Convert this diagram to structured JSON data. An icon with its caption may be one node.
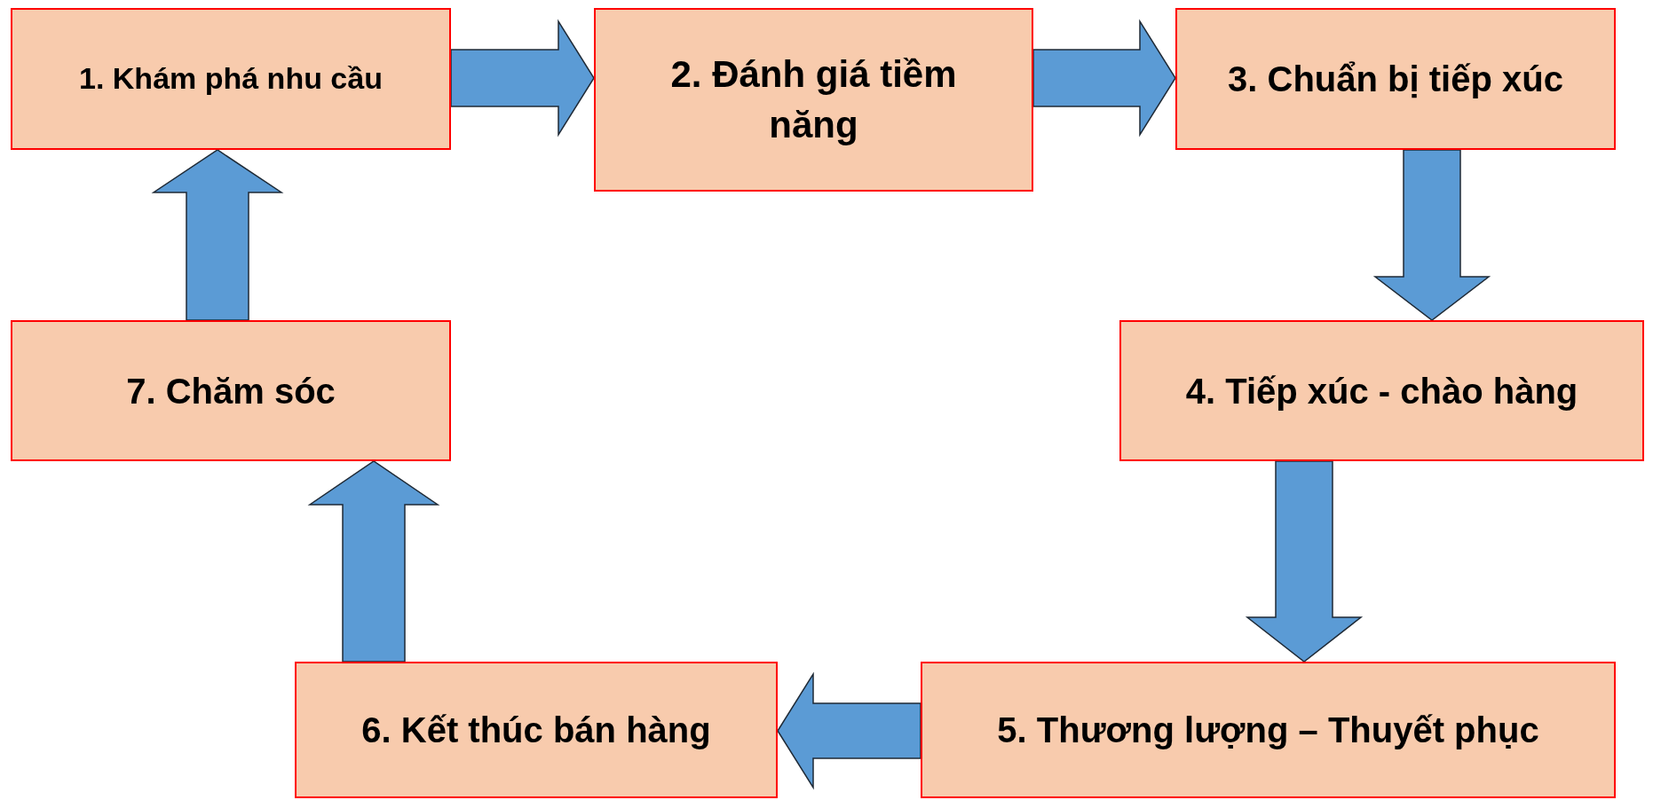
{
  "diagram": {
    "nodes": [
      {
        "text": [
          "1. Khám phá nhu cầu"
        ]
      },
      {
        "text": [
          "2. Đánh giá tiềm năng"
        ]
      },
      {
        "text": [
          "3. Chuẩn bị tiếp xúc"
        ]
      },
      {
        "text": [
          "4. Tiếp xúc - chào hàng"
        ]
      },
      {
        "text": [
          "5. Thương lượng – Thuyết phục"
        ]
      },
      {
        "text": [
          "6. Kết thúc bán hàng"
        ]
      },
      {
        "text": [
          "7. Chăm sóc"
        ]
      }
    ],
    "edges": [
      {
        "from": 0,
        "to": 1,
        "arrow": "to"
      },
      {
        "from": 1,
        "to": 2,
        "arrow": "to"
      },
      {
        "from": 2,
        "to": 3,
        "arrow": "to"
      },
      {
        "from": 3,
        "to": 4,
        "arrow": "to"
      },
      {
        "from": 4,
        "to": 5,
        "arrow": "to"
      },
      {
        "from": 5,
        "to": 6,
        "arrow": "to"
      },
      {
        "from": 6,
        "to": 0,
        "arrow": "to"
      }
    ]
  }
}
